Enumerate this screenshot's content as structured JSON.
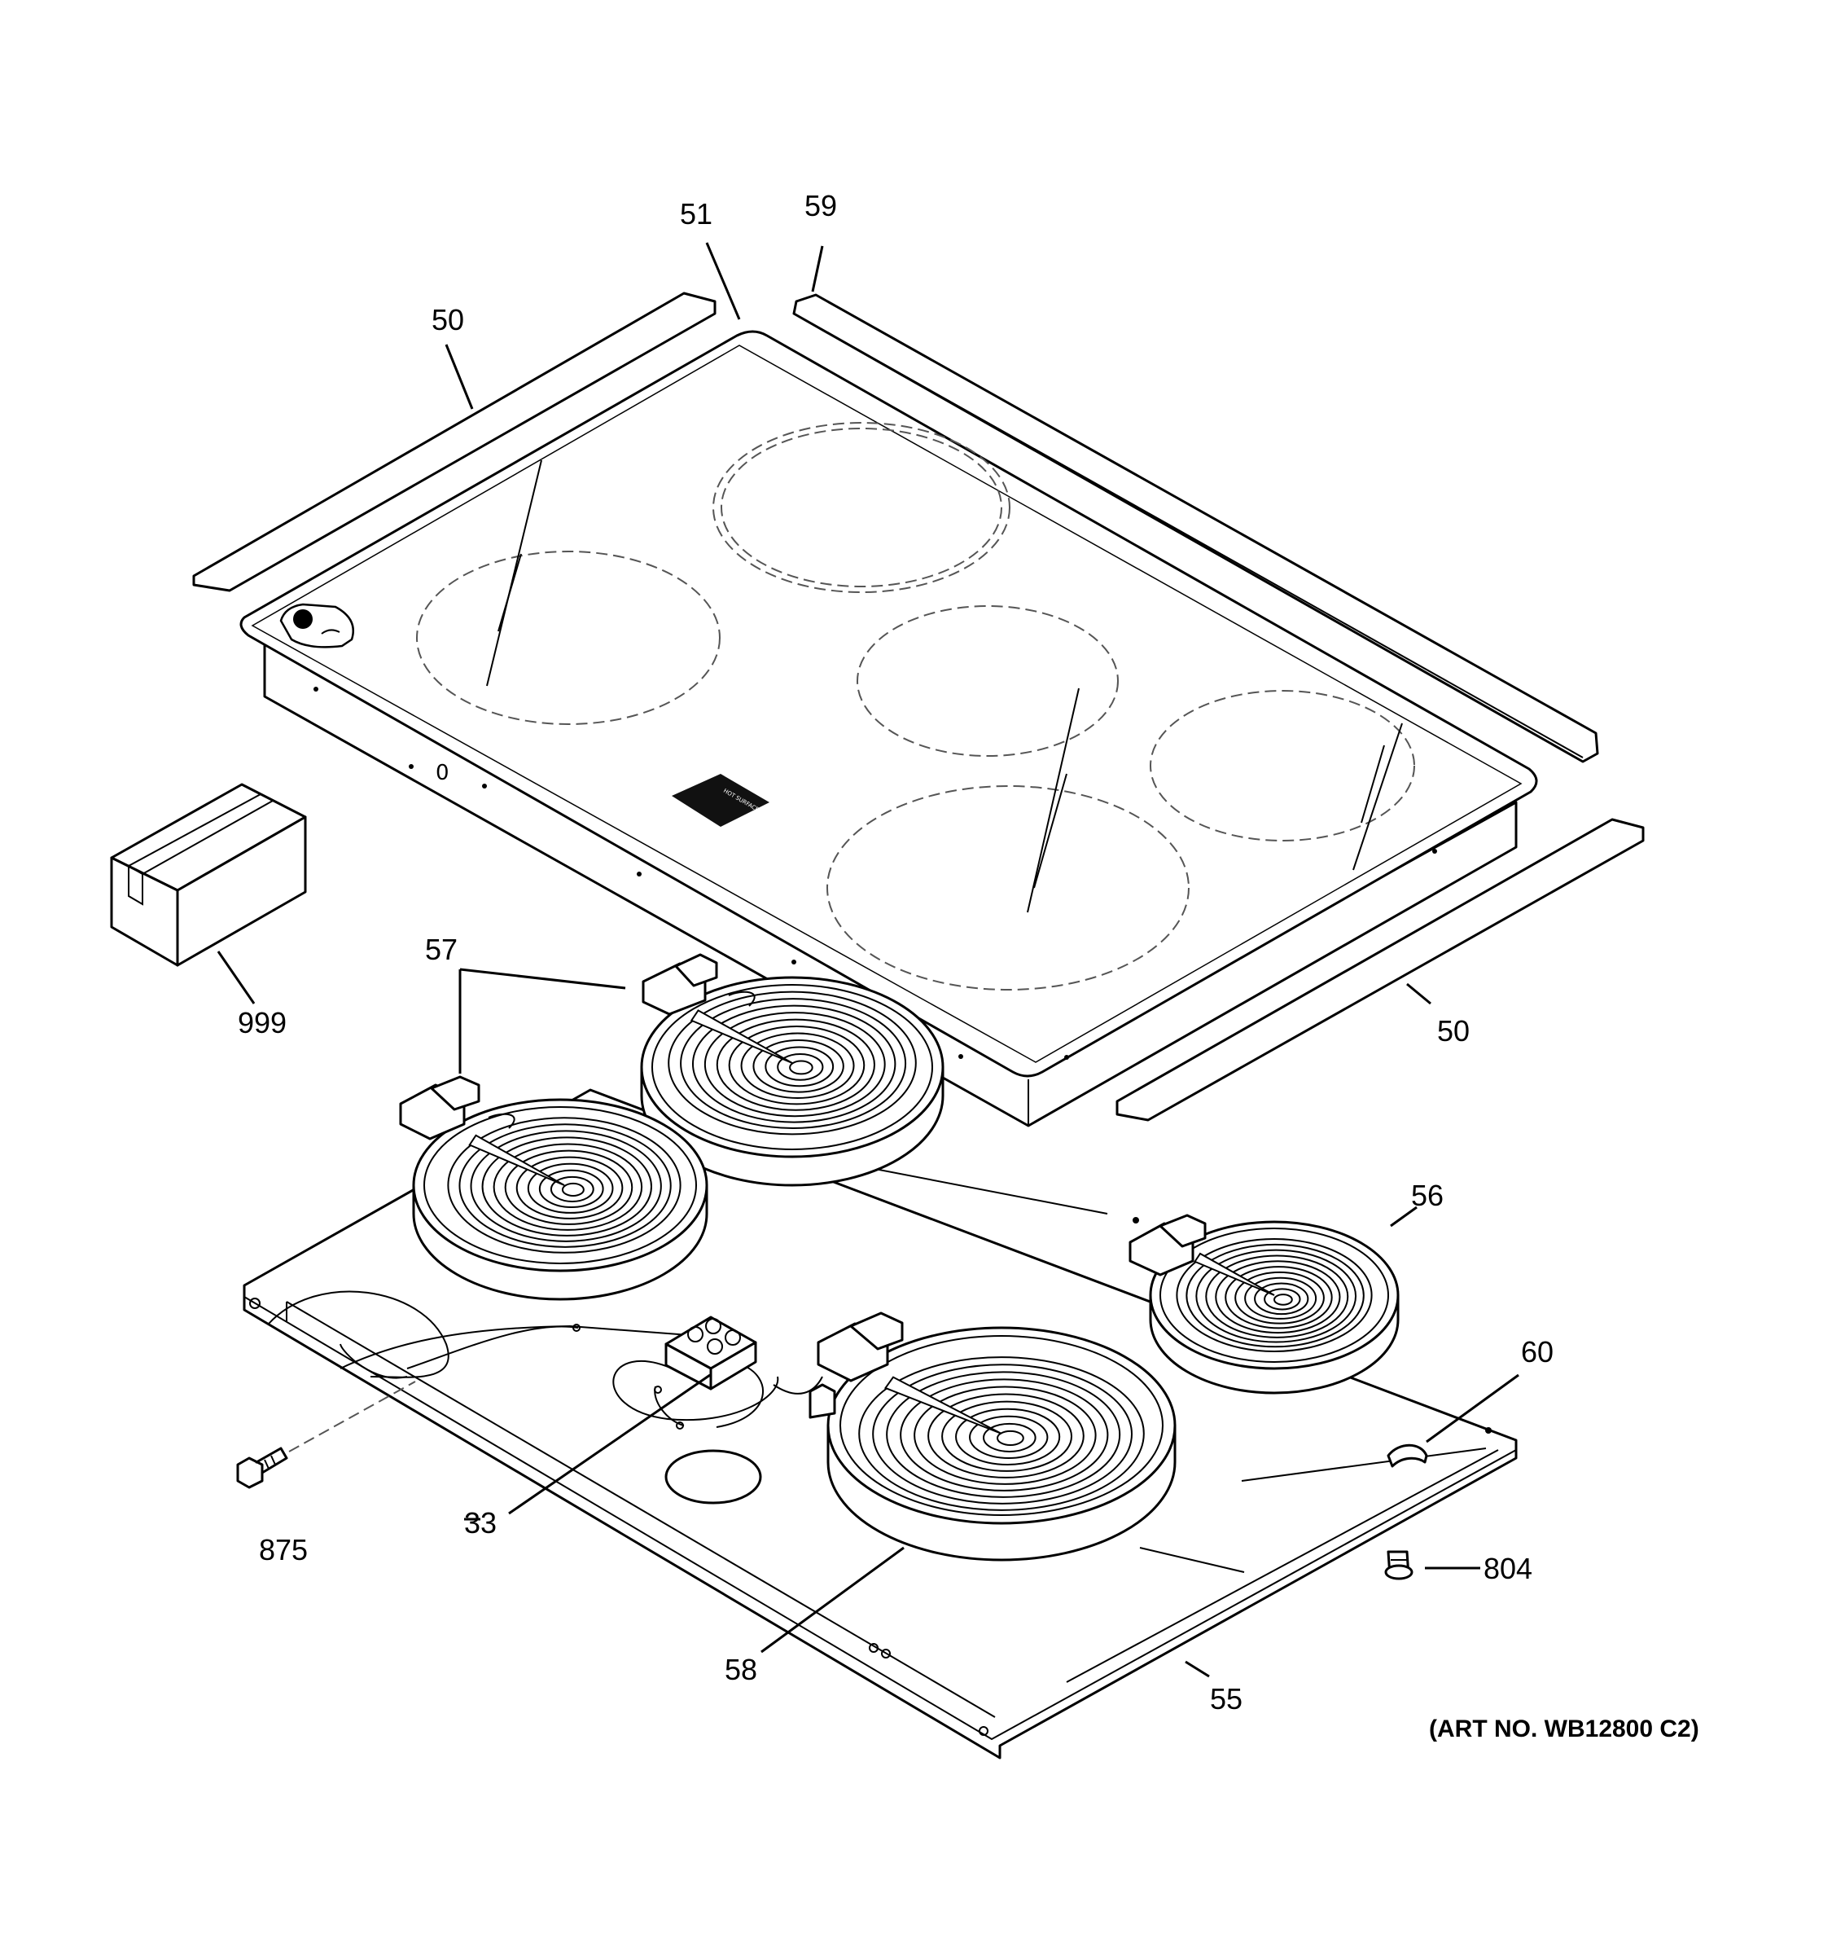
{
  "callouts": {
    "c50_a": "50",
    "c51": "51",
    "c59": "59",
    "c50_b": "50",
    "c999": "999",
    "c57": "57",
    "c56": "56",
    "c60": "60",
    "c875": "875",
    "c33": "33",
    "c804": "804",
    "c58": "58",
    "c55": "55"
  },
  "art_number": "(ART NO. WB12800 C2)",
  "glass_hot_label": "HOT SURFACE"
}
